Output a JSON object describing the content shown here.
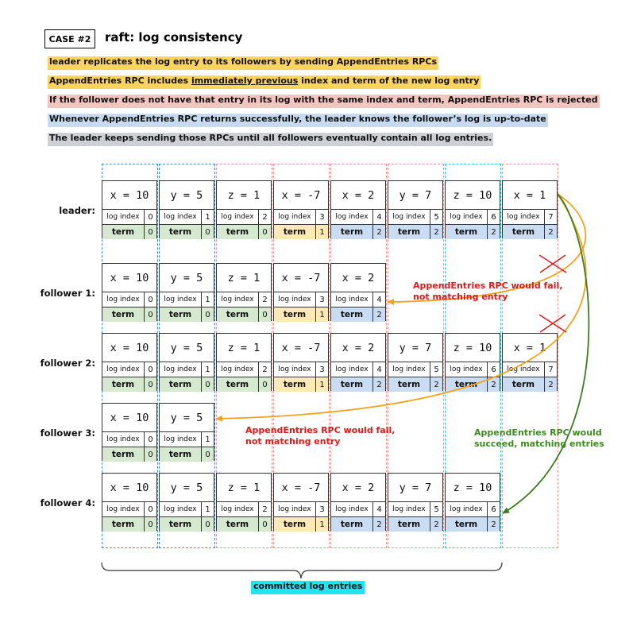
{
  "header": {
    "case_label": "CASE #2",
    "title": "raft: log consistency"
  },
  "notes": [
    {
      "text": "leader replicates the log entry to its followers by sending AppendEntries RPCs",
      "bg": "#fbd35e"
    },
    {
      "pre": "AppendEntries RPC includes ",
      "underline": "immediately previous",
      "post": " index and term of the new log entry",
      "bg": "#fbd35e"
    },
    {
      "text": "If the follower does not have that entry in its log with the same index and term, AppendEntries RPC is rejected",
      "bg": "#f3c5c0"
    },
    {
      "text": "Whenever AppendEntries RPC returns successfully, the leader knows the follower’s log is up-to-date",
      "bg": "#c7daf0"
    },
    {
      "text": "The leader keeps sending those RPCs until all followers eventually contain all log entries.",
      "bg": "#cdd0d4"
    }
  ],
  "labels": {
    "index_key": "log index",
    "term_key": "term"
  },
  "term_colors": {
    "0": "#d6e8cf",
    "1": "#fde9b5",
    "2": "#c9dcf1"
  },
  "entries": [
    {
      "cmd": "x = 10",
      "index": "0",
      "term": "0"
    },
    {
      "cmd": "y = 5",
      "index": "1",
      "term": "0"
    },
    {
      "cmd": "z = 1",
      "index": "2",
      "term": "0"
    },
    {
      "cmd": "x = -7",
      "index": "3",
      "term": "1"
    },
    {
      "cmd": "x = 2",
      "index": "4",
      "term": "2"
    },
    {
      "cmd": "y = 7",
      "index": "5",
      "term": "2"
    },
    {
      "cmd": "z = 10",
      "index": "6",
      "term": "2"
    },
    {
      "cmd": "x = 1",
      "index": "7",
      "term": "2"
    }
  ],
  "rows": [
    {
      "label": "leader:",
      "count": 8
    },
    {
      "label": "follower 1:",
      "count": 5
    },
    {
      "label": "follower 2:",
      "count": 8
    },
    {
      "label": "follower 3:",
      "count": 2
    },
    {
      "label": "follower 4:",
      "count": 7
    }
  ],
  "annotations": {
    "fail_1": [
      "AppendEntries RPC would fail,",
      "not matching entry"
    ],
    "fail_3": [
      "AppendEntries RPC would fail,",
      "not matching entry"
    ],
    "success_4": [
      "AppendEntries RPC would",
      "succeed, matching entries"
    ],
    "committed": "committed log entries"
  },
  "colors": {
    "orange": "#f5a01e",
    "green": "#3d7a1f",
    "red": "#e01818",
    "committed_bg": "#1ee5ef"
  }
}
